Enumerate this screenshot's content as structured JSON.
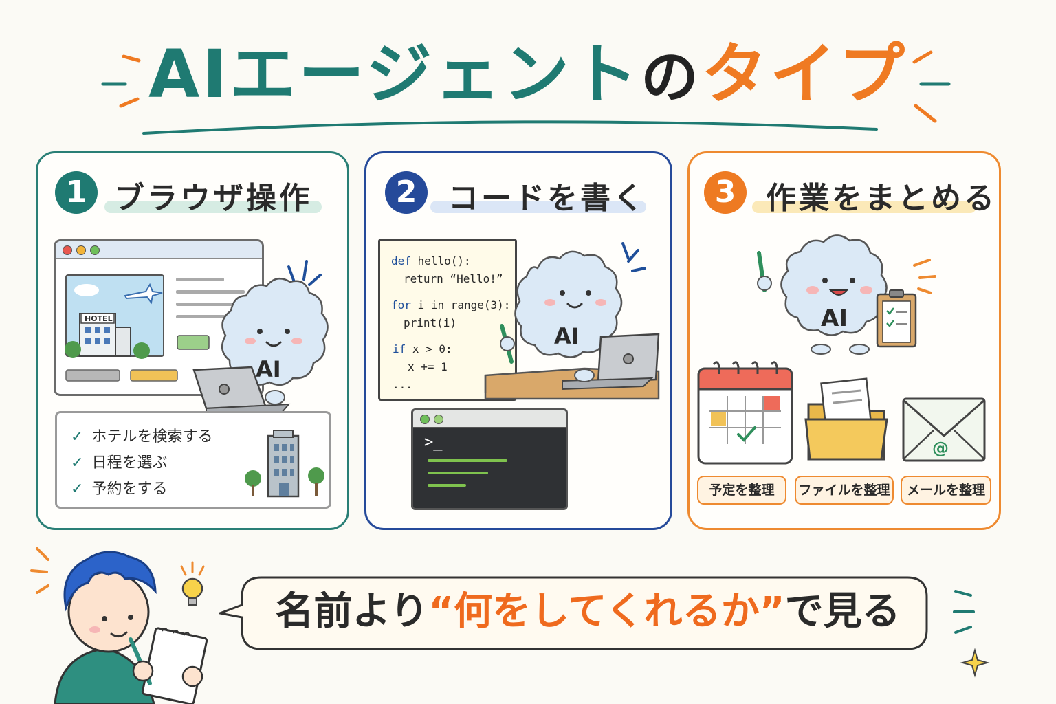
{
  "title": {
    "part1": "AIエージェント",
    "part2": "の",
    "part3": "タイプ"
  },
  "colors": {
    "teal": "#1f7a72",
    "blue": "#254a9a",
    "orange": "#ee8a30",
    "highlight_orange": "#ef6a1e"
  },
  "panels": [
    {
      "number": "1",
      "title": "ブラウザ操作",
      "browser": {
        "hotel_sign": "HOTEL",
        "mascot_label": "AI"
      },
      "checklist": [
        "ホテルを検索する",
        "日程を選ぶ",
        "予約をする"
      ]
    },
    {
      "number": "2",
      "title": "コードを書く",
      "code": {
        "l1_kw": "def",
        "l1_rest": " hello():",
        "l2_kw": "return",
        "l2_rest": " “Hello!”",
        "l3_kw": "for",
        "l3_rest": " i in range(3):",
        "l4": "print(i)",
        "l5_kw": "if",
        "l5_rest": " x > 0:",
        "l6": "x += 1",
        "l7": "..."
      },
      "terminal_prompt": ">_",
      "mascot_label": "AI"
    },
    {
      "number": "3",
      "title": "作業をまとめる",
      "mascot_label": "AI",
      "email_symbol": "@",
      "tags": [
        "予定を整理",
        "ファイルを整理",
        "メールを整理"
      ]
    }
  ],
  "bubble": {
    "before": "名前より",
    "quote_open": "“",
    "highlight": "何をしてくれるか",
    "quote_close": "”",
    "after": "で見る"
  }
}
